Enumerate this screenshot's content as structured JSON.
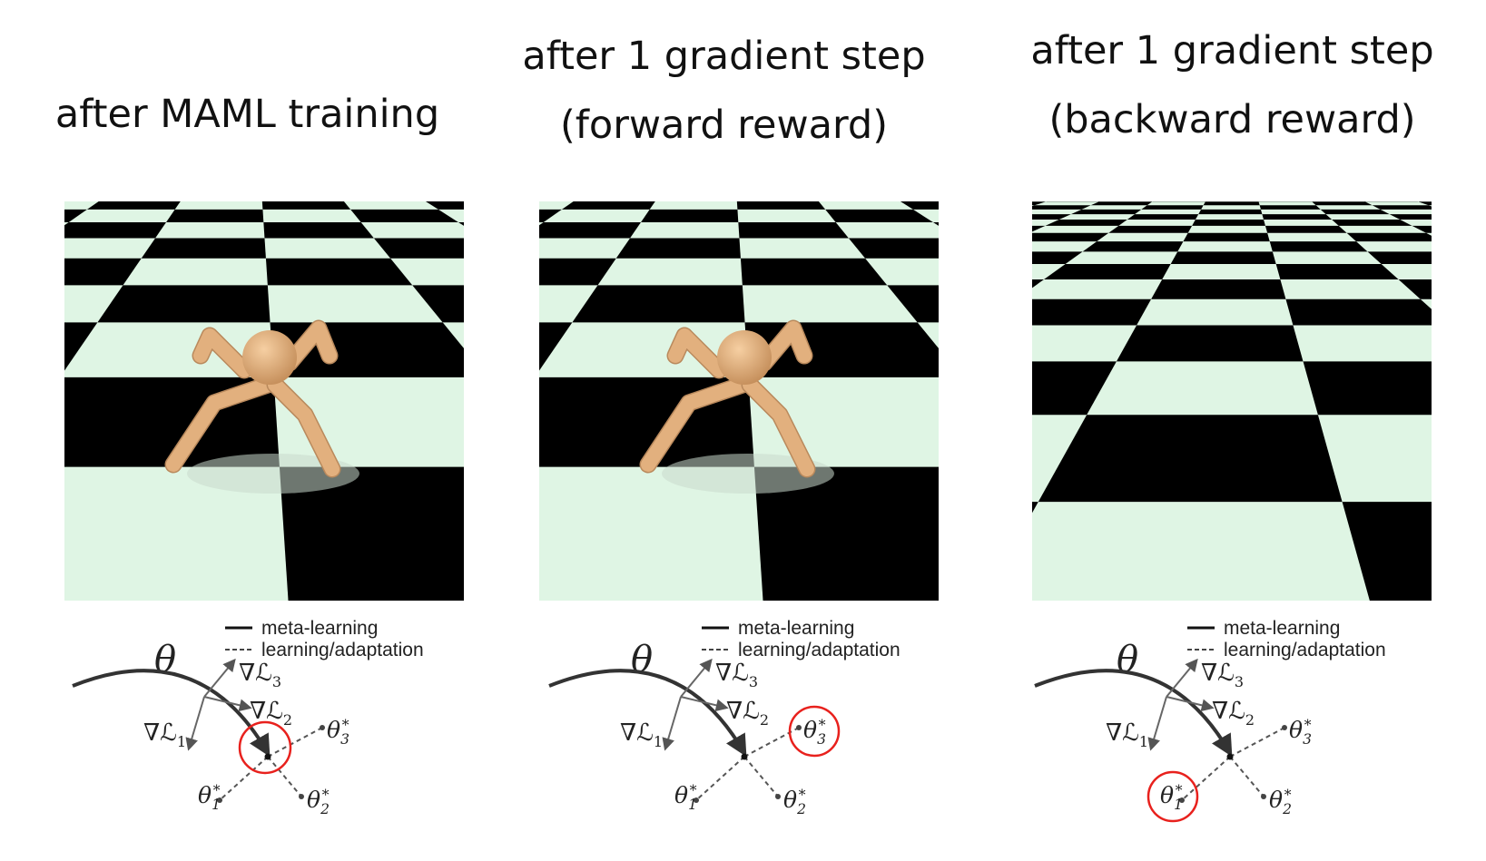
{
  "panels": [
    {
      "title_lines": [
        "after MAML training"
      ],
      "shows_robot": true,
      "highlight": "theta"
    },
    {
      "title_lines": [
        "after 1 gradient step",
        "(forward reward)"
      ],
      "shows_robot": true,
      "highlight": "theta3"
    },
    {
      "title_lines": [
        "after 1 gradient step",
        "(backward reward)"
      ],
      "shows_robot": false,
      "highlight": "theta1"
    }
  ],
  "diagram": {
    "legend": {
      "meta": "meta-learning",
      "adapt": "learning/adaptation"
    },
    "symbols": {
      "theta": "θ",
      "grad3": "∇ℒ3",
      "grad2": "∇ℒ2",
      "grad1": "∇ℒ1",
      "theta3": "θ*3",
      "theta2": "θ*2",
      "theta1": "θ*1"
    }
  },
  "colors": {
    "checker_light": "#dff5e4",
    "checker_dark": "#000000",
    "robot": "#e2b07e",
    "highlight_circle": "#e8211d",
    "arrow_gray": "#6b6b6b"
  }
}
